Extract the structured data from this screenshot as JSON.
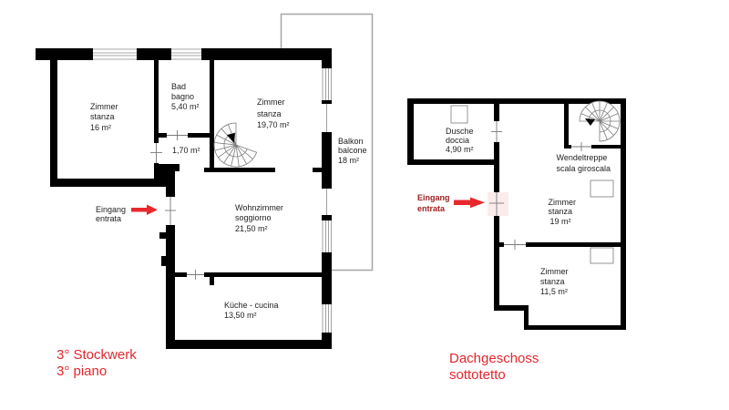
{
  "colors": {
    "wall": "#000000",
    "floor_title_red": "#e3262d",
    "entrance_arrow_red": "#e8282d",
    "attic_entrance_label": "#9c1c1c",
    "balcony_outline": "#a6a6a6",
    "entrance_highlight": "#fbecec"
  },
  "symbols": {
    "entrance_arrow": "arrow-right-icon",
    "spiral_staircase": "spiral-staircase-icon",
    "door_marker": "door-cross-marker",
    "window": "window-symbol",
    "skylight": "skylight-symbol",
    "shower_tray": "shower-tray-symbol"
  },
  "third_floor": {
    "title_line1": "3° Stockwerk",
    "title_line2": "3° piano",
    "entrance": {
      "line1": "Eingang",
      "line2": "entrata"
    },
    "rooms": {
      "zimmer_16": {
        "name_de": "Zimmer",
        "name_it": "stanza",
        "area": "16 m²"
      },
      "bad": {
        "name_de": "Bad",
        "name_it": "bagno",
        "area": "5,40 m²"
      },
      "corridor": {
        "area": "1,70 m²"
      },
      "zimmer_19_70": {
        "name_de": "Zimmer",
        "name_it": "stanza",
        "area": "19,70 m²"
      },
      "balkon": {
        "name_de": "Balkon",
        "name_it": "balcone",
        "area": "18 m²"
      },
      "wohnzimmer": {
        "name_de": "Wohnzimmer",
        "name_it": "soggiorno",
        "area": "21,50 m²"
      },
      "kueche": {
        "name": "Küche - cucina",
        "area": "13,50 m²"
      }
    }
  },
  "attic": {
    "title_line1": "Dachgeschoss",
    "title_line2": "sottotetto",
    "entrance": {
      "line1": "Eingang",
      "line2": "entrata"
    },
    "rooms": {
      "dusche": {
        "name_de": "Dusche",
        "name_it": "doccia",
        "area": "4,90 m²"
      },
      "wendeltreppe": {
        "name_de": "Wendeltreppe",
        "name_it": "scala giroscala"
      },
      "zimmer_19": {
        "name_de": "Zimmer",
        "name_it": "stanza",
        "area": "19 m²"
      },
      "zimmer_11_5": {
        "name_de": "Zimmer",
        "name_it": "stanza",
        "area": "11,5 m²"
      }
    }
  }
}
